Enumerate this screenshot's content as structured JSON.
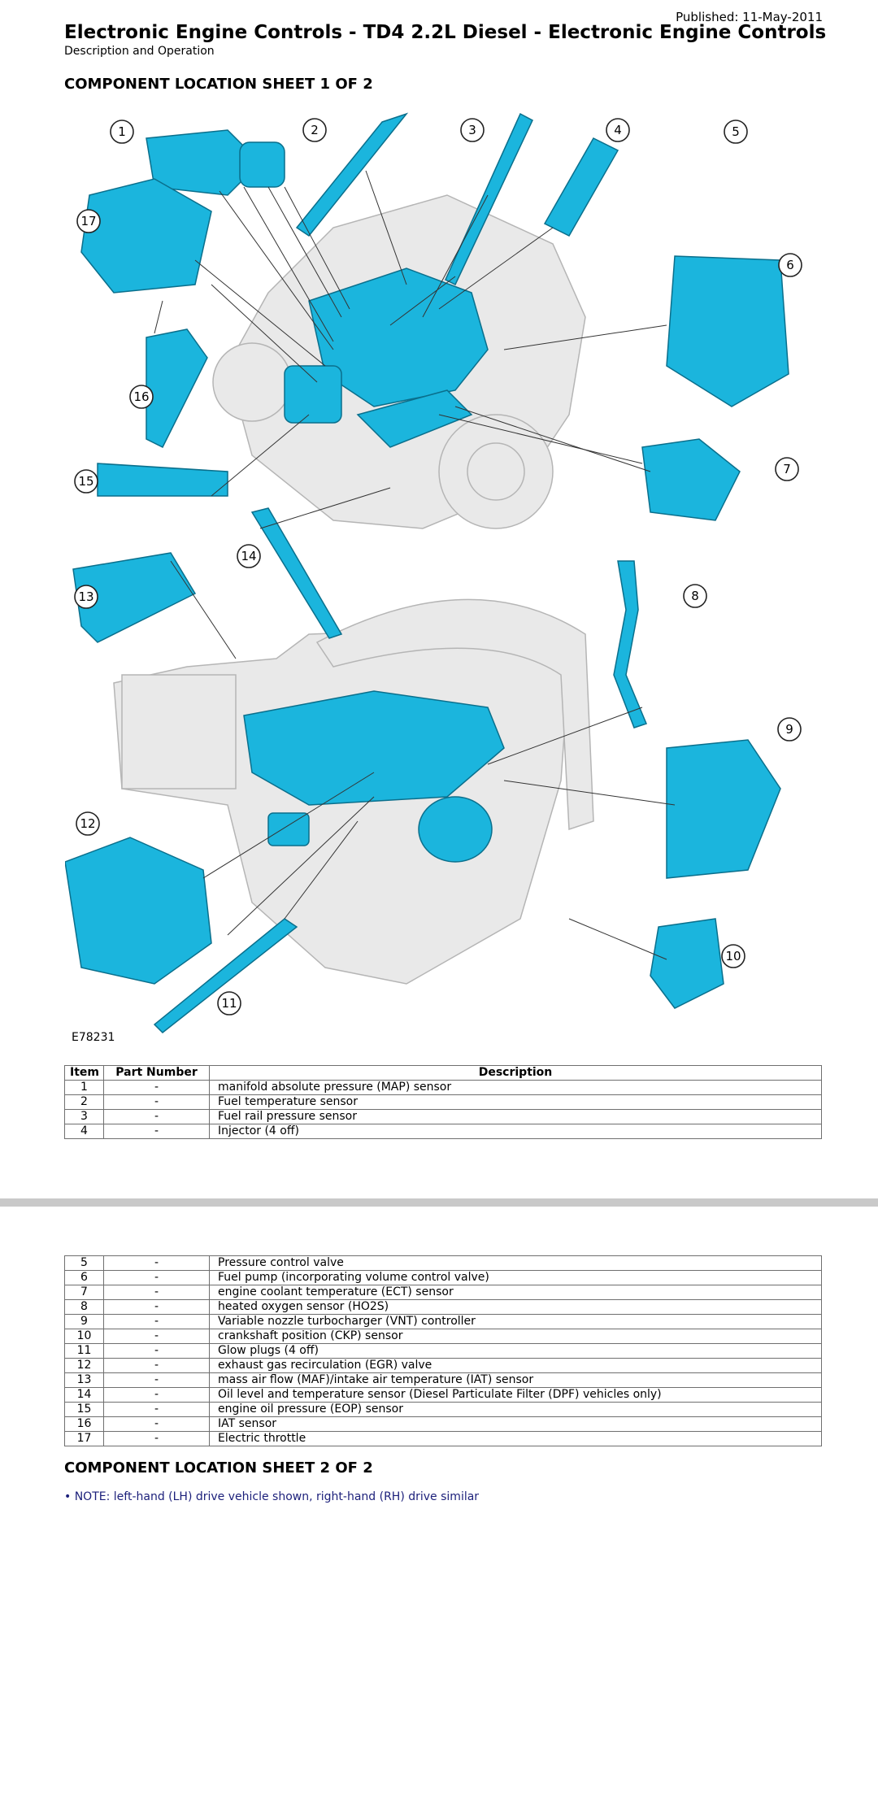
{
  "header": {
    "published": "Published: 11-May-2011",
    "title": "Electronic Engine Controls - TD4 2.2L Diesel - Electronic Engine Controls",
    "subtitle": "Description and Operation"
  },
  "section1": {
    "heading": "COMPONENT LOCATION SHEET 1 OF 2"
  },
  "figure": {
    "ref": "E78231"
  },
  "callouts": [
    "1",
    "2",
    "3",
    "4",
    "5",
    "6",
    "7",
    "8",
    "9",
    "10",
    "11",
    "12",
    "13",
    "14",
    "15",
    "16",
    "17"
  ],
  "colors": {
    "component": "#1bb5dd",
    "engine": "#e9e9e9",
    "note": "#1b1f7a"
  },
  "table": {
    "headers": {
      "item": "Item",
      "part_number": "Part Number",
      "description": "Description"
    },
    "rows": [
      {
        "item": "1",
        "part": "-",
        "desc": "manifold absolute pressure (MAP) sensor"
      },
      {
        "item": "2",
        "part": "-",
        "desc": "Fuel temperature sensor"
      },
      {
        "item": "3",
        "part": "-",
        "desc": "Fuel rail pressure sensor"
      },
      {
        "item": "4",
        "part": "-",
        "desc": "Injector (4 off)"
      },
      {
        "item": "5",
        "part": "-",
        "desc": "Pressure control valve"
      },
      {
        "item": "6",
        "part": "-",
        "desc": "Fuel pump (incorporating volume control valve)"
      },
      {
        "item": "7",
        "part": "-",
        "desc": "engine coolant temperature (ECT) sensor"
      },
      {
        "item": "8",
        "part": "-",
        "desc": "heated oxygen sensor (HO2S)"
      },
      {
        "item": "9",
        "part": "-",
        "desc": "Variable nozzle turbocharger (VNT) controller"
      },
      {
        "item": "10",
        "part": "-",
        "desc": "crankshaft position (CKP) sensor"
      },
      {
        "item": "11",
        "part": "-",
        "desc": "Glow plugs (4 off)"
      },
      {
        "item": "12",
        "part": "-",
        "desc": "exhaust gas recirculation (EGR) valve"
      },
      {
        "item": "13",
        "part": "-",
        "desc": "mass air flow (MAF)/intake air temperature (IAT) sensor"
      },
      {
        "item": "14",
        "part": "-",
        "desc": "Oil level and temperature sensor (Diesel Particulate Filter (DPF) vehicles only)"
      },
      {
        "item": "15",
        "part": "-",
        "desc": "engine oil pressure (EOP) sensor"
      },
      {
        "item": "16",
        "part": "-",
        "desc": "IAT sensor"
      },
      {
        "item": "17",
        "part": "-",
        "desc": "Electric throttle"
      }
    ]
  },
  "section2": {
    "heading": "COMPONENT LOCATION SHEET 2 OF 2",
    "note": "• NOTE: left-hand (LH) drive vehicle shown, right-hand (RH) drive similar"
  }
}
